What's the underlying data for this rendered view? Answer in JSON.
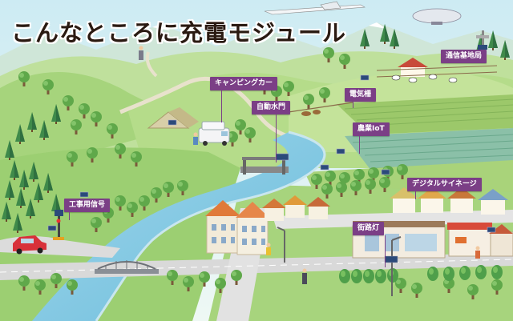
{
  "title": "こんなところに充電モジュール",
  "labels": {
    "camping_car": "キャンピングカー",
    "auto_gate": "自動水門",
    "electric_fence": "電気柵",
    "agri_iot": "農業IoT",
    "comm_station": "通信基地局",
    "construction_signal": "工事用信号",
    "digital_signage": "デジタルサイネージ",
    "street_light": "街路灯"
  },
  "colors": {
    "label_bg": "#7b3f86",
    "title_text": "#2a1a12",
    "river": "#7fc7e2",
    "grass": "#a8d47a"
  }
}
